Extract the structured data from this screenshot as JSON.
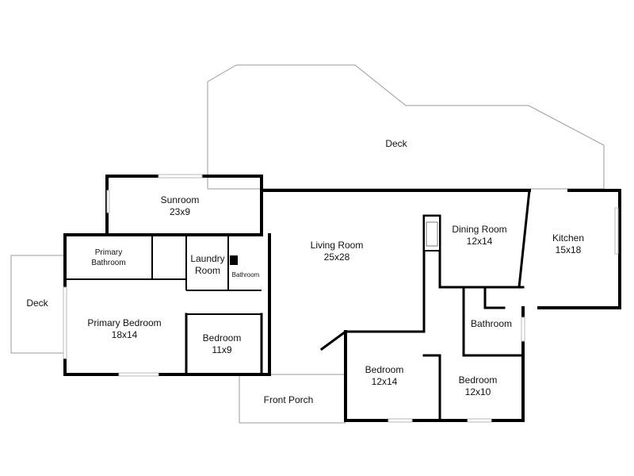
{
  "rooms": [
    {
      "id": "deck-top",
      "name": "Deck",
      "dims": ""
    },
    {
      "id": "sunroom",
      "name": "Sunroom",
      "dims": "23x9"
    },
    {
      "id": "primary-bathroom",
      "name": "Primary Bathroom",
      "name_lines": [
        "Primary",
        "Bathroom"
      ],
      "dims": ""
    },
    {
      "id": "laundry-room",
      "name": "Laundry Room",
      "name_lines": [
        "Laundry",
        "Room"
      ],
      "dims": ""
    },
    {
      "id": "half-bathroom",
      "name": "Bathroom",
      "dims": ""
    },
    {
      "id": "living-room",
      "name": "Living Room",
      "dims": "25x28"
    },
    {
      "id": "dining-room",
      "name": "Dining Room",
      "dims": "12x14"
    },
    {
      "id": "kitchen",
      "name": "Kitchen",
      "dims": "15x18"
    },
    {
      "id": "deck-left",
      "name": "Deck",
      "dims": ""
    },
    {
      "id": "primary-bedroom",
      "name": "Primary Bedroom",
      "dims": "18x14"
    },
    {
      "id": "bedroom-small",
      "name": "Bedroom",
      "dims": "11x9"
    },
    {
      "id": "bathroom",
      "name": "Bathroom",
      "dims": ""
    },
    {
      "id": "bedroom-center",
      "name": "Bedroom",
      "dims": "12x14"
    },
    {
      "id": "bedroom-right",
      "name": "Bedroom",
      "dims": "12x10"
    },
    {
      "id": "front-porch",
      "name": "Front Porch",
      "dims": ""
    }
  ]
}
